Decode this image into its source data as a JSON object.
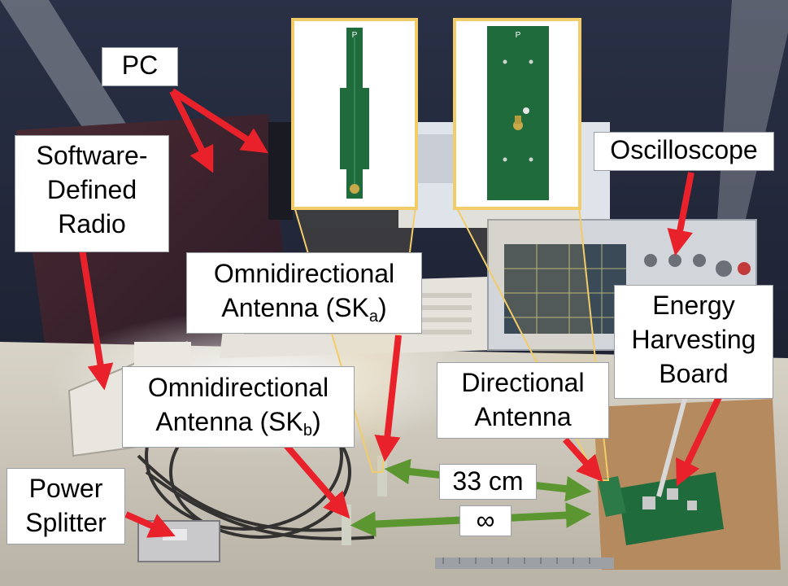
{
  "labels": {
    "pc": "PC",
    "sdr": {
      "line1": "Software-",
      "line2": "Defined",
      "line3": "Radio"
    },
    "oscilloscope": "Oscilloscope",
    "omni_a": {
      "line1": "Omnidirectional",
      "line2_prefix": "Antenna (SK",
      "subscript": "a",
      "line2_suffix": ")"
    },
    "omni_b": {
      "line1": "Omnidirectional",
      "line2_prefix": "Antenna (SK",
      "subscript": "b",
      "line2_suffix": ")"
    },
    "directional": {
      "line1": "Directional",
      "line2": "Antenna"
    },
    "energy_board": {
      "line1": "Energy",
      "line2": "Harvesting",
      "line3": "Board"
    },
    "power_splitter": {
      "line1": "Power",
      "line2": "Splitter"
    },
    "distance_a": "33 cm",
    "distance_b": "∞"
  },
  "inset_texts": {
    "omni_logo": "P",
    "directional_logo": "P"
  },
  "colors": {
    "callout_arrow": "#e8212b",
    "distance_arrow": "#5c9630",
    "inset_border": "#f3cc6a",
    "pcb_green": "#1f6b3c",
    "label_bg": "#ffffff"
  }
}
